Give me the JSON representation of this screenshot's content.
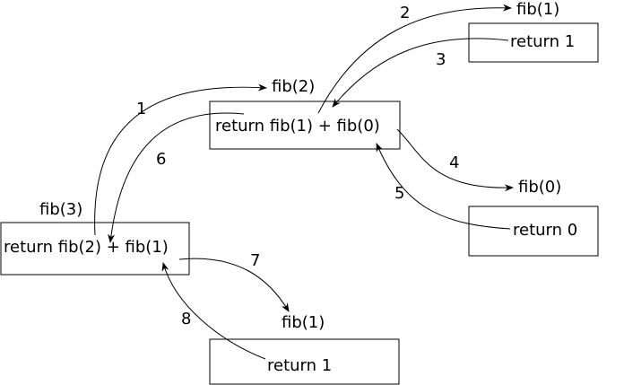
{
  "boxes": {
    "fib3": "return fib(2) + fib(1)",
    "fib2": "return fib(1) + fib(0)",
    "fib1_top": "return 1",
    "fib0": "return 0",
    "fib1_bottom": "return 1"
  },
  "labels": {
    "fib3": "fib(3)",
    "fib2": "fib(2)",
    "fib1_top": "fib(1)",
    "fib0": "fib(0)",
    "fib1_bottom": "fib(1)"
  },
  "steps": [
    "1",
    "2",
    "3",
    "4",
    "5",
    "6",
    "7",
    "8"
  ]
}
